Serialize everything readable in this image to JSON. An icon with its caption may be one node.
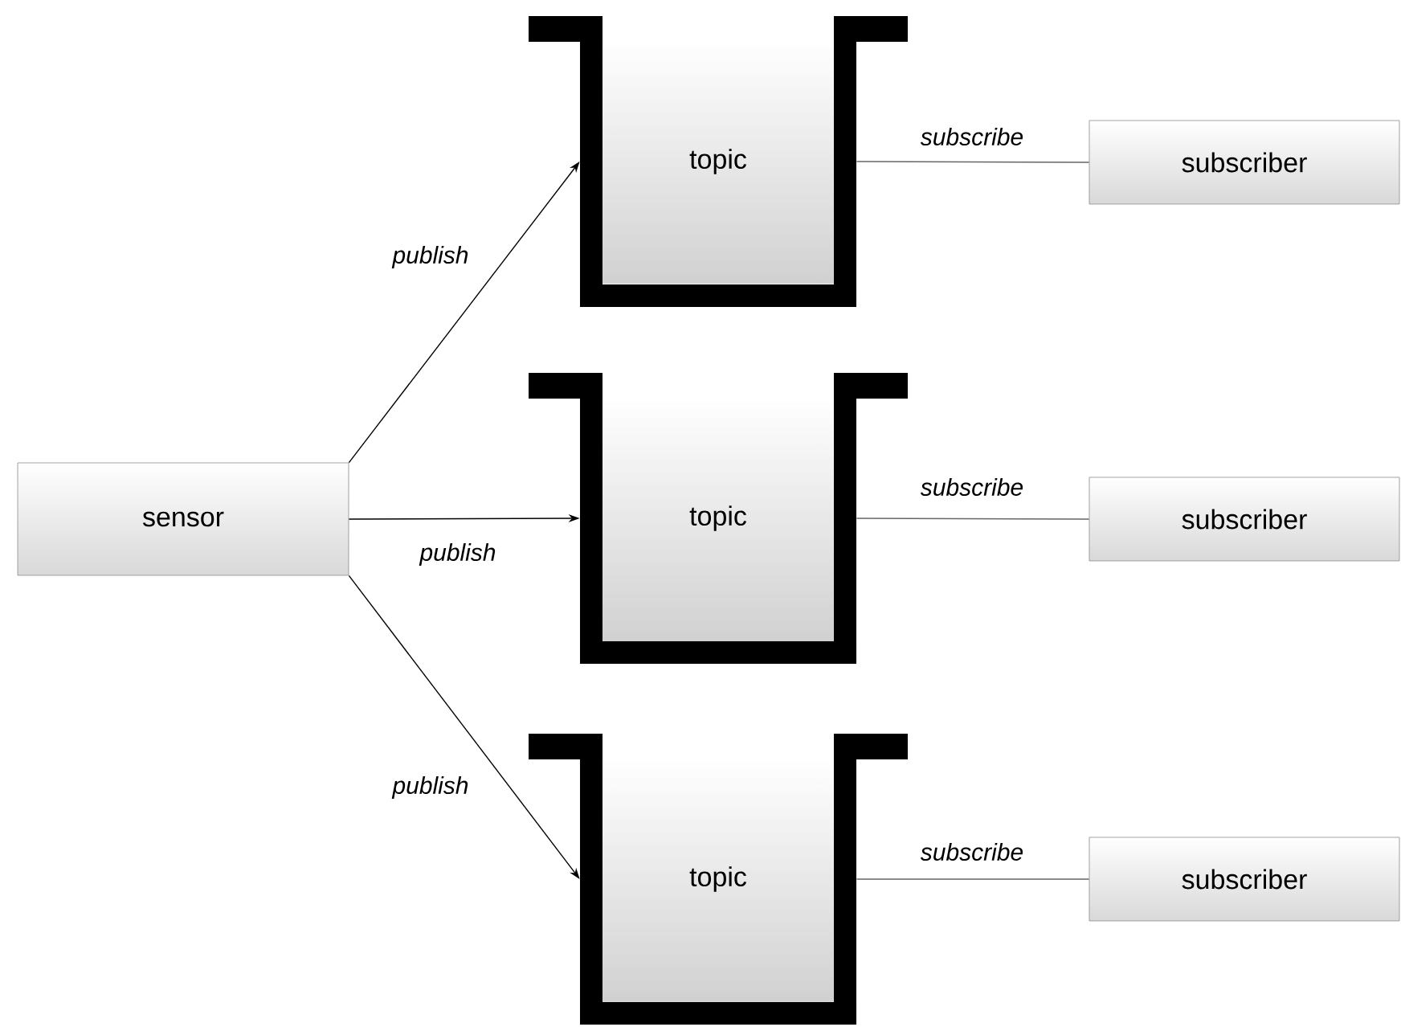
{
  "diagram": {
    "nodes": [
      {
        "text": [
          "sensor"
        ]
      },
      {
        "text": [
          "topic"
        ]
      },
      {
        "text": [
          "topic"
        ]
      },
      {
        "text": [
          "topic"
        ]
      },
      {
        "text": [
          "subscriber"
        ]
      },
      {
        "text": [
          "subscriber"
        ]
      },
      {
        "text": [
          "subscriber"
        ]
      }
    ],
    "edges": [
      {
        "from": 0,
        "to": 1,
        "arrow": "to",
        "label": "publish"
      },
      {
        "from": 0,
        "to": 2,
        "arrow": "to",
        "label": "publish"
      },
      {
        "from": 0,
        "to": 3,
        "arrow": "to",
        "label": "publish"
      },
      {
        "from": 1,
        "to": 4,
        "arrow": "none",
        "label": "subscribe",
        "color": "#666666"
      },
      {
        "from": 2,
        "to": 5,
        "arrow": "none",
        "label": "subscribe",
        "color": "#666666"
      },
      {
        "from": 3,
        "to": 6,
        "arrow": "none",
        "label": "subscribe",
        "color": "#666666"
      }
    ]
  }
}
